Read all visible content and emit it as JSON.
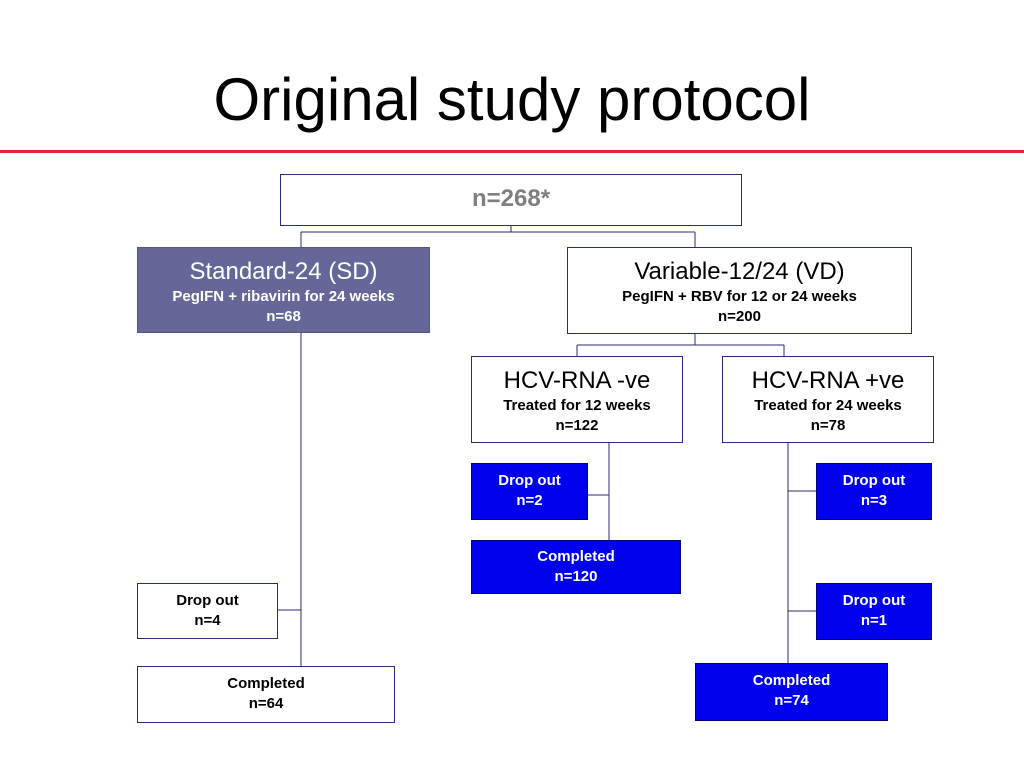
{
  "title": "Original study protocol",
  "root": {
    "label": "n=268*"
  },
  "sd": {
    "title": "Standard-24 (SD)",
    "desc": "PegIFN + ribavirin for 24 weeks",
    "n": "n=68"
  },
  "vd": {
    "title": "Variable-12/24 (VD)",
    "desc": "PegIFN + RBV for 12 or 24 weeks",
    "n": "n=200"
  },
  "neg": {
    "title": "HCV-RNA -ve",
    "desc": "Treated for 12 weeks",
    "n": "n=122"
  },
  "pos": {
    "title": "HCV-RNA +ve",
    "desc": "Treated for 24 weeks",
    "n": "n=78"
  },
  "sd_dropout": {
    "label": "Drop out",
    "n": "n=4"
  },
  "sd_completed": {
    "label": "Completed",
    "n": "n=64"
  },
  "neg_dropout": {
    "label": "Drop out",
    "n": "n=2"
  },
  "neg_completed": {
    "label": "Completed",
    "n": "n=120"
  },
  "pos_dropout1": {
    "label": "Drop out",
    "n": "n=3"
  },
  "pos_dropout2": {
    "label": "Drop out",
    "n": "n=1"
  },
  "pos_completed": {
    "label": "Completed",
    "n": "n=74"
  },
  "colors": {
    "accent_rule": "#e8242c",
    "sd_fill": "#666699",
    "blue_fill": "#0000ee",
    "border": "#2a2a7a"
  }
}
